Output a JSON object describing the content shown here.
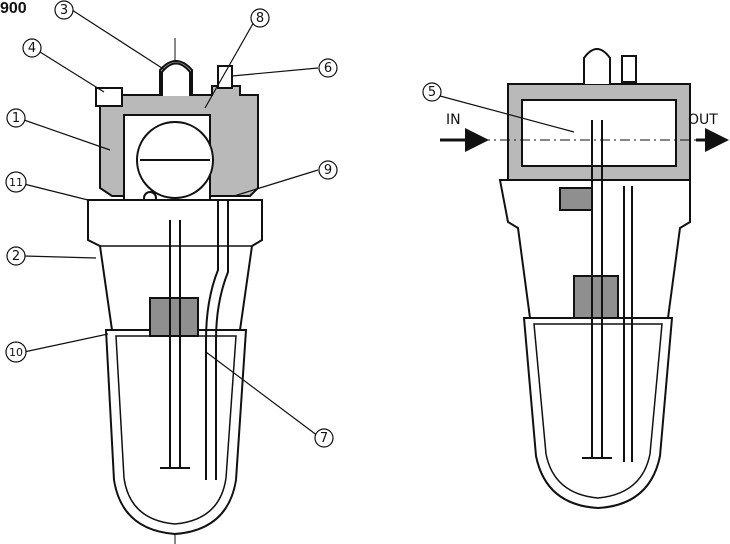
{
  "figure": {
    "title": "900",
    "callouts": [
      {
        "id": "c1",
        "label": "1"
      },
      {
        "id": "c2",
        "label": "2"
      },
      {
        "id": "c3",
        "label": "3"
      },
      {
        "id": "c4",
        "label": "4"
      },
      {
        "id": "c5",
        "label": "5"
      },
      {
        "id": "c6",
        "label": "6"
      },
      {
        "id": "c7",
        "label": "7"
      },
      {
        "id": "c8",
        "label": "8"
      },
      {
        "id": "c9",
        "label": "9"
      },
      {
        "id": "c10",
        "label": "10"
      },
      {
        "id": "c11",
        "label": "11"
      }
    ],
    "flow": {
      "inlet": "IN",
      "outlet": "OUT"
    },
    "colors": {
      "ink": "#111111",
      "body_fill": "#b9b9b9",
      "insert_fill": "#8f8f8f",
      "paper": "#ffffff"
    }
  }
}
